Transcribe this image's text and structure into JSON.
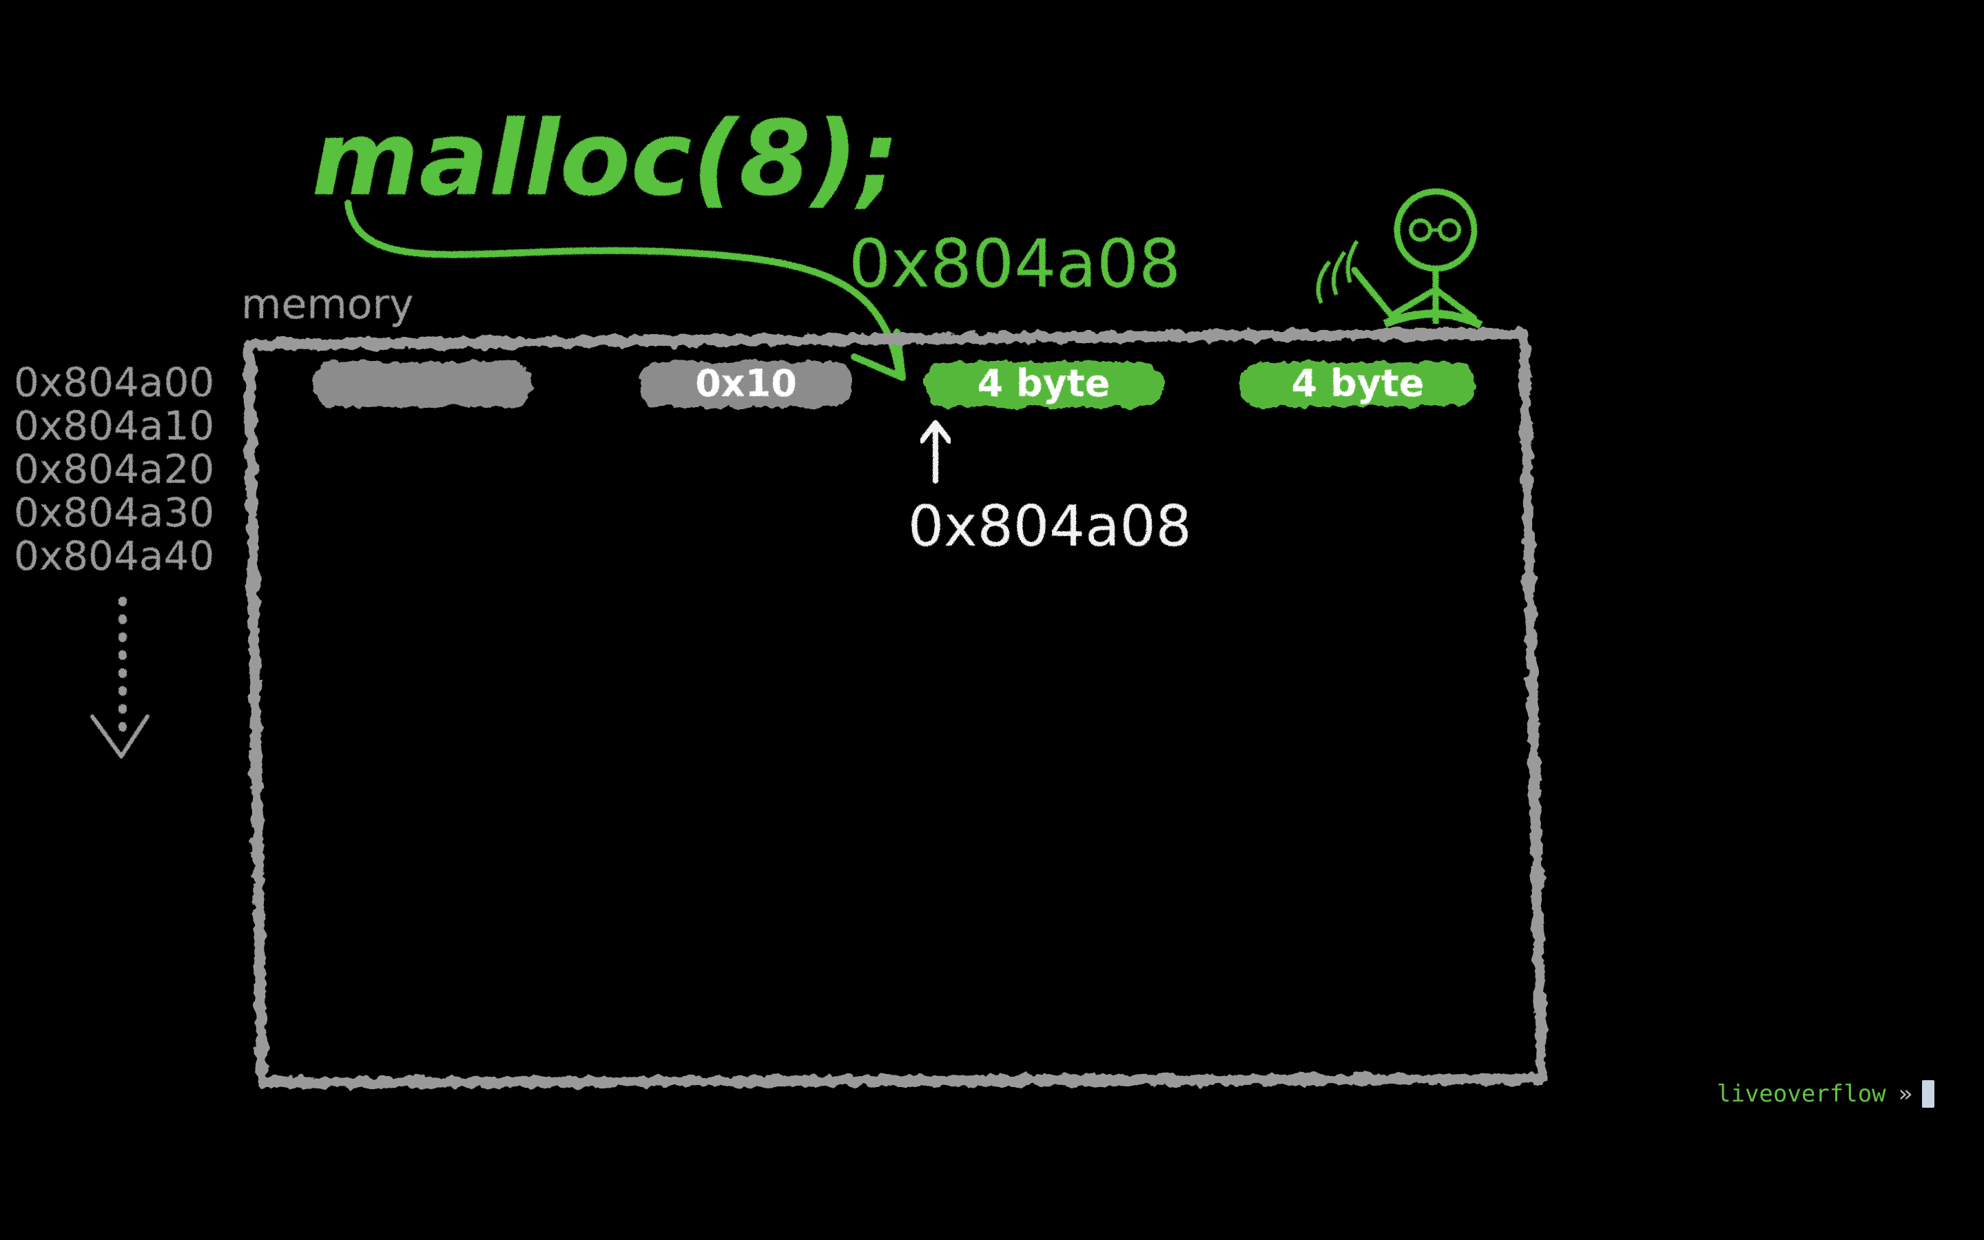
{
  "colors": {
    "background": "#000000",
    "chalk_green": "#59c13c",
    "chalk_gray": "#9a9a9a",
    "chalk_white": "#f2f2f2",
    "block_gray": "#8c8c8c",
    "block_green": "#57b83a",
    "block_text": "#ffffff",
    "prompt_green": "#62c246",
    "prompt_gray": "#bcbcbc",
    "cursor": "#c9d6e3"
  },
  "heading": {
    "code": "malloc(8);",
    "returned_address": "0x804a08"
  },
  "memory": {
    "label": "memory",
    "addresses": [
      "0x804a00",
      "0x804a10",
      "0x804a20",
      "0x804a30",
      "0x804a40"
    ],
    "blocks": [
      {
        "label": "",
        "kind": "gray"
      },
      {
        "label": "0x10",
        "kind": "gray"
      },
      {
        "label": "4 byte",
        "kind": "green"
      },
      {
        "label": "4 byte",
        "kind": "green"
      }
    ]
  },
  "pointer": {
    "address": "0x804a08"
  },
  "terminal": {
    "user": "liveoverflow",
    "symbol": "»"
  },
  "icons": {
    "pointer_arrow": "arrow-up-icon",
    "scroll_arrow": "dotted-arrow-down-icon",
    "call_arrow": "curved-arrow-icon",
    "mascot": "stick-figure-icon"
  }
}
